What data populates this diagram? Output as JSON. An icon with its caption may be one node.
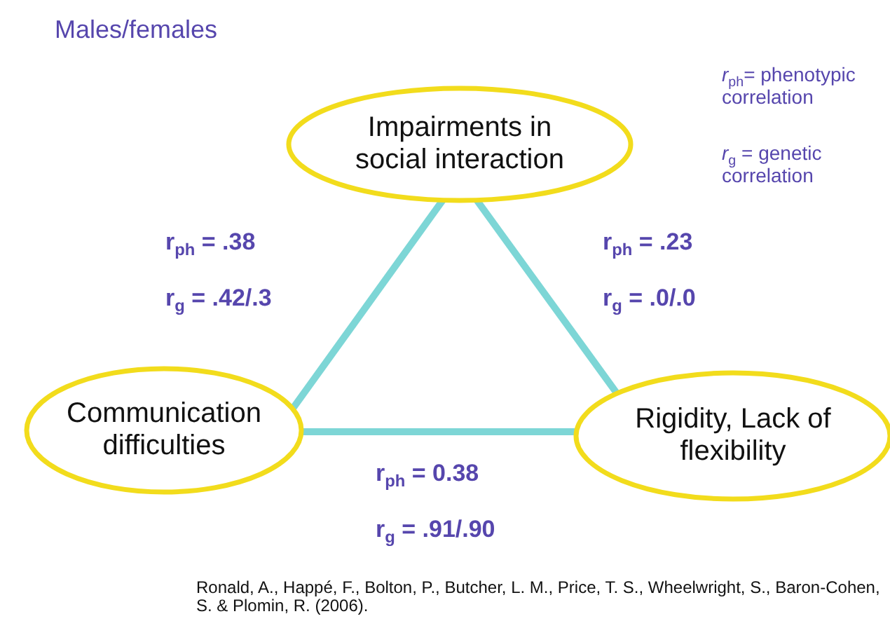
{
  "diagram": {
    "title": "Males/females",
    "caption": "Ronald, A., Happé, F., Bolton, P., Butcher, L. M., Price, T. S., Wheelwright, S., Baron-Cohen, S. & Plomin, R. (2006).",
    "nodes": [
      {
        "text": [
          "Impairments in social interaction"
        ]
      },
      {
        "text": [
          "Communication difficulties"
        ]
      },
      {
        "text": [
          "Rigidity, Lack of flexibility"
        ]
      }
    ],
    "edges": [
      {
        "from": 0,
        "to": 1,
        "arrow": "none"
      },
      {
        "from": 1,
        "to": 2,
        "arrow": "none"
      },
      {
        "from": 0,
        "to": 2,
        "arrow": "none"
      }
    ],
    "labels": [
      "*r*$_{ph}$= phenotypic correlation",
      "*r*$_{g}$ = genetic correlation",
      "r$_{ph}$ = .38",
      "r$_{ph}$ = .23",
      "r$_{g}$ = .42/.3",
      "r$_{g}$ = .0/.0",
      "r$_{ph}$ = 0.38",
      "r$_{g}$ = .91/.90"
    ]
  }
}
